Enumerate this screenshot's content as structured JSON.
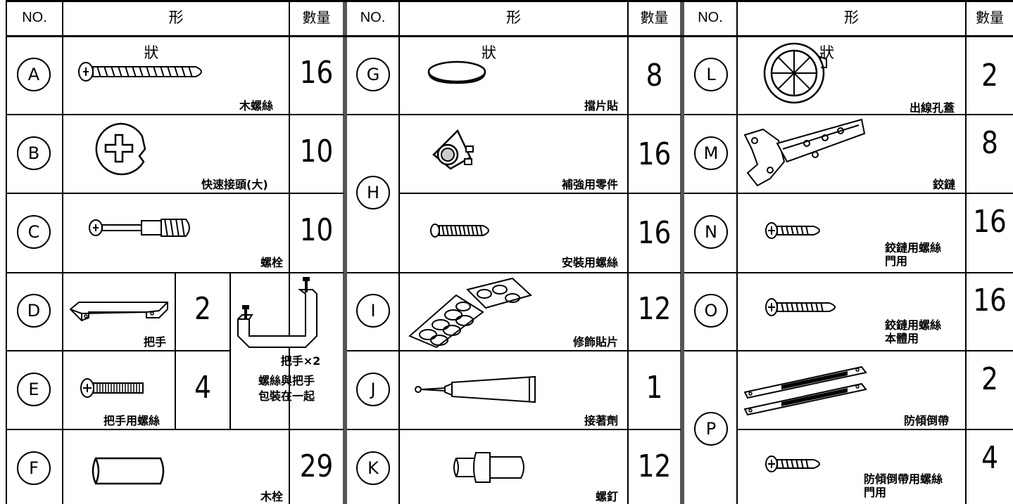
{
  "headers": {
    "no": "NO.",
    "shape": "形　狀",
    "qty": "數量"
  },
  "rows": [
    {
      "id": "A",
      "label": "木螺絲",
      "qty": "16",
      "icon": "wood-screw-icon"
    },
    {
      "id": "B",
      "label": "快速接頭(大)",
      "qty": "10",
      "icon": "cam-lock-icon"
    },
    {
      "id": "C",
      "label": "螺栓",
      "qty": "10",
      "icon": "bolt-icon"
    },
    {
      "id": "D",
      "label": "把手",
      "qty": "2",
      "icon": "handle-icon"
    },
    {
      "id": "E",
      "label": "把手用螺絲",
      "qty": "4",
      "icon": "handle-screw-icon"
    },
    {
      "id": "F",
      "label": "木栓",
      "qty": "29",
      "icon": "dowel-icon"
    },
    {
      "id": "G",
      "label": "擋片貼",
      "qty": "8",
      "icon": "cover-sticker-icon"
    },
    {
      "id": "H",
      "label": "補強用零件",
      "qty": "16",
      "icon": "reinforcement-part-icon"
    },
    {
      "id": "H2",
      "label": "安裝用螺絲",
      "qty": "16",
      "icon": "mounting-screw-icon"
    },
    {
      "id": "I",
      "label": "修飾貼片",
      "qty": "12",
      "icon": "decorative-pads-icon"
    },
    {
      "id": "J",
      "label": "接著劑",
      "qty": "1",
      "icon": "glue-tube-icon"
    },
    {
      "id": "K",
      "label": "螺釘",
      "qty": "12",
      "icon": "peg-icon"
    },
    {
      "id": "L",
      "label": "出線孔蓋",
      "qty": "2",
      "icon": "grommet-icon"
    },
    {
      "id": "M",
      "label": "鉸鏈",
      "qty": "8",
      "icon": "hinge-icon"
    },
    {
      "id": "N",
      "label": "鉸鏈用螺絲",
      "label2": "門用",
      "qty": "16",
      "icon": "hinge-screw-door-icon"
    },
    {
      "id": "O",
      "label": "鉸鏈用螺絲",
      "label2": "本體用",
      "qty": "16",
      "icon": "hinge-screw-body-icon"
    },
    {
      "id": "P",
      "label": "防傾倒帶",
      "qty": "2",
      "icon": "anti-tip-strap-icon"
    },
    {
      "id": "P2",
      "label": "防傾倒帶用螺絲",
      "label2": "門用",
      "qty": "4",
      "icon": "anti-tip-screw-icon"
    }
  ],
  "circle_ids": [
    "A",
    "B",
    "C",
    "D",
    "E",
    "F",
    "G",
    "H",
    "I",
    "J",
    "K",
    "L",
    "M",
    "N",
    "O",
    "P"
  ],
  "note": {
    "line1": "把手×2",
    "line2": "螺絲與把手",
    "line3": "包裝在一起"
  }
}
